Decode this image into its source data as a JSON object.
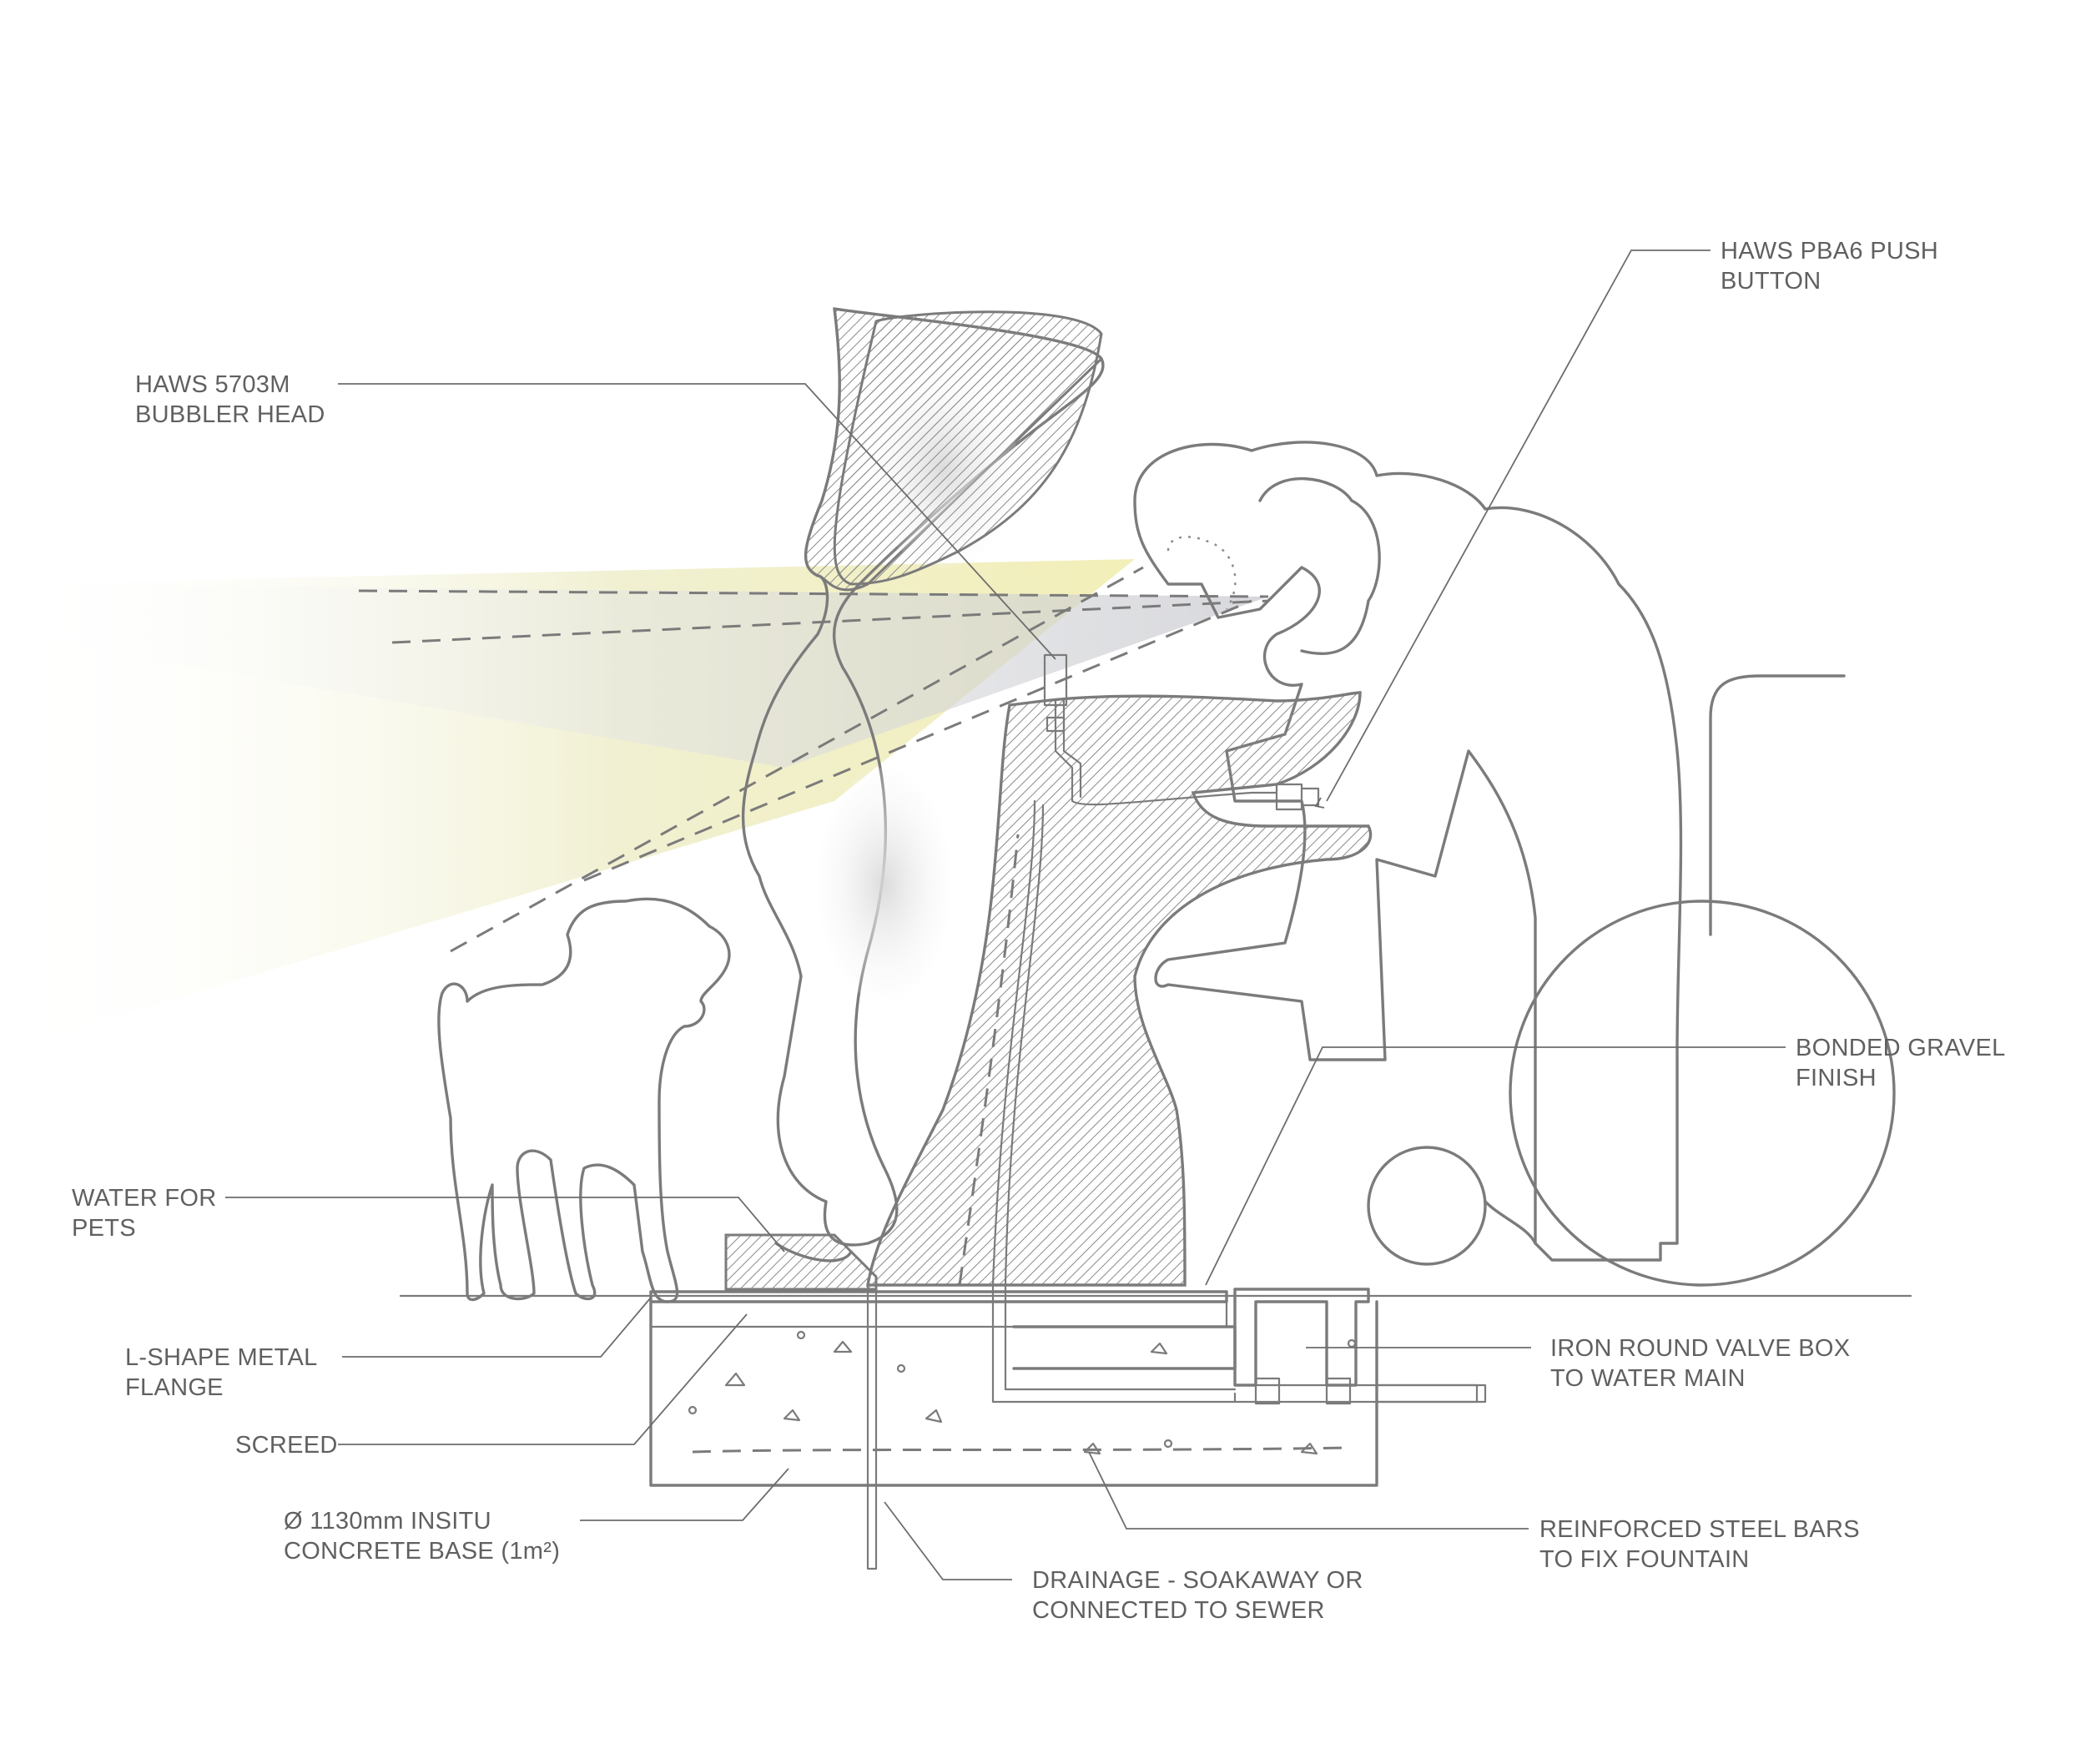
{
  "labels": {
    "bubbler_head": [
      "HAWS 5703M",
      "BUBBLER HEAD"
    ],
    "push_button": [
      "HAWS PBA6 PUSH",
      "BUTTON"
    ],
    "bonded_gravel": [
      "BONDED GRAVEL",
      "FINISH"
    ],
    "water_for_pets": [
      "WATER FOR",
      "PETS"
    ],
    "metal_flange": [
      "L-SHAPE METAL",
      "FLANGE"
    ],
    "screed": [
      "SCREED"
    ],
    "concrete_base": [
      "Ø 1130mm INSITU",
      "CONCRETE BASE (1m²)"
    ],
    "valve_box": [
      "IRON ROUND VALVE BOX",
      "TO WATER MAIN"
    ],
    "steel_bars": [
      "REINFORCED STEEL BARS",
      "TO FIX FOUNTAIN"
    ],
    "drainage": [
      "DRAINAGE - SOAKAWAY OR",
      "CONNECTED TO SEWER"
    ]
  },
  "colors": {
    "line": "#7b7b7b",
    "text": "#606060",
    "view_cone_yellow": "#ecebc6",
    "view_cone_grey": "#cfd0d4"
  }
}
